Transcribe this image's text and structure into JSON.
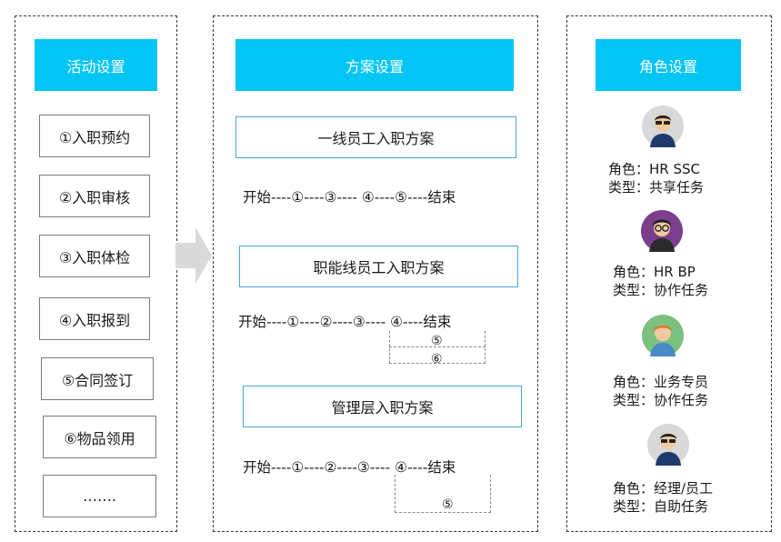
{
  "activity": {
    "title": "活动设置",
    "items": [
      "①入职预约",
      "②入职审核",
      "③入职体检",
      "④入职报到",
      "⑤合同签订",
      "⑥物品领用",
      "……."
    ]
  },
  "plan": {
    "title": "方案设置",
    "schemes": [
      {
        "name": "一线员工入职方案",
        "flow": "开始----①----③---- ④----⑤----结束"
      },
      {
        "name": "职能线员工入职方案",
        "flow": "开始----①----②----③---- ④----结束",
        "branches": [
          "⑤",
          "⑥"
        ]
      },
      {
        "name": "管理层入职方案",
        "flow": "开始----①----②----③---- ④----结束",
        "branches": [
          "⑤"
        ]
      }
    ]
  },
  "role": {
    "title": "角色设置",
    "entries": [
      {
        "role": "角色：HR SSC",
        "type": "类型：共享任务"
      },
      {
        "role": "角色：HR BP",
        "type": "类型：协作任务"
      },
      {
        "role": "角色：业务专员",
        "type": "类型：协作任务"
      },
      {
        "role": "角色：经理/员工",
        "type": "类型：自助任务"
      }
    ]
  },
  "colors": {
    "header": "#00c5f5",
    "plan_border": "#4aa6d8",
    "arrow": "#d9d9d9"
  },
  "icons": [
    "arrow-right-icon",
    "avatar-hr-ssc-icon",
    "avatar-hr-bp-icon",
    "avatar-business-icon",
    "avatar-manager-icon"
  ]
}
